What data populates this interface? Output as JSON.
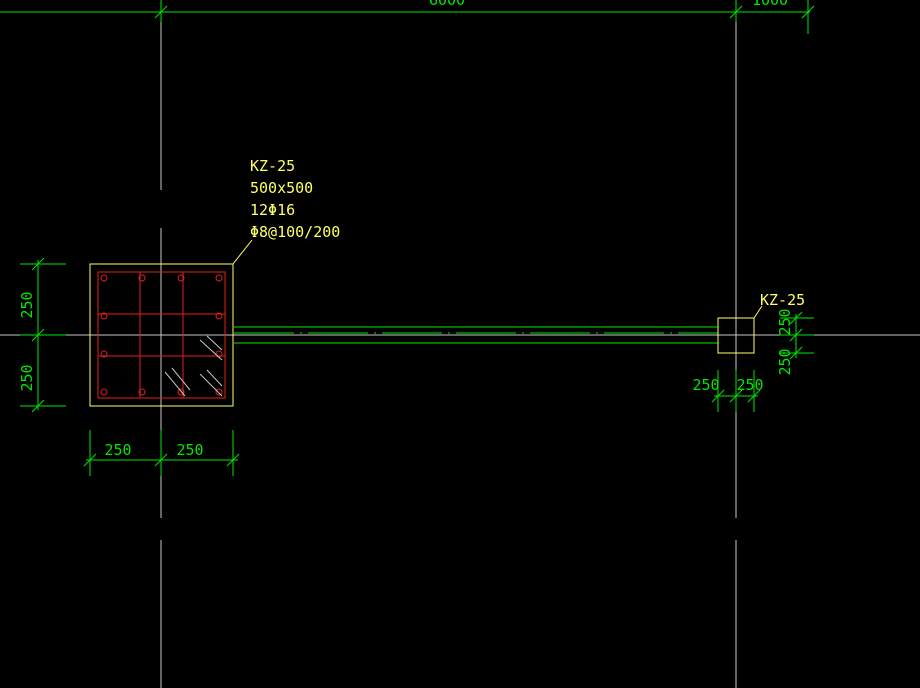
{
  "colors": {
    "background": "#000000",
    "axis": "#c8c8c8",
    "dimension": "#00e600",
    "outline": "#ffff66",
    "rebar": "#e02020"
  },
  "dimensions": {
    "top_left_span": "6000",
    "top_right_span": "1000",
    "col1_left_upper": "250",
    "col1_left_lower": "250",
    "col1_bottom_left": "250",
    "col1_bottom_right": "250",
    "col2_bottom_left": "250",
    "col2_bottom_right": "250",
    "col2_right_upper": "250",
    "col2_right_lower": "250"
  },
  "column_main": {
    "id": "KZ-25",
    "section": "500x500",
    "longitudinal_bars": "12Φ16",
    "stirrups": "Φ8@100/200"
  },
  "column_secondary": {
    "id": "KZ-25"
  }
}
